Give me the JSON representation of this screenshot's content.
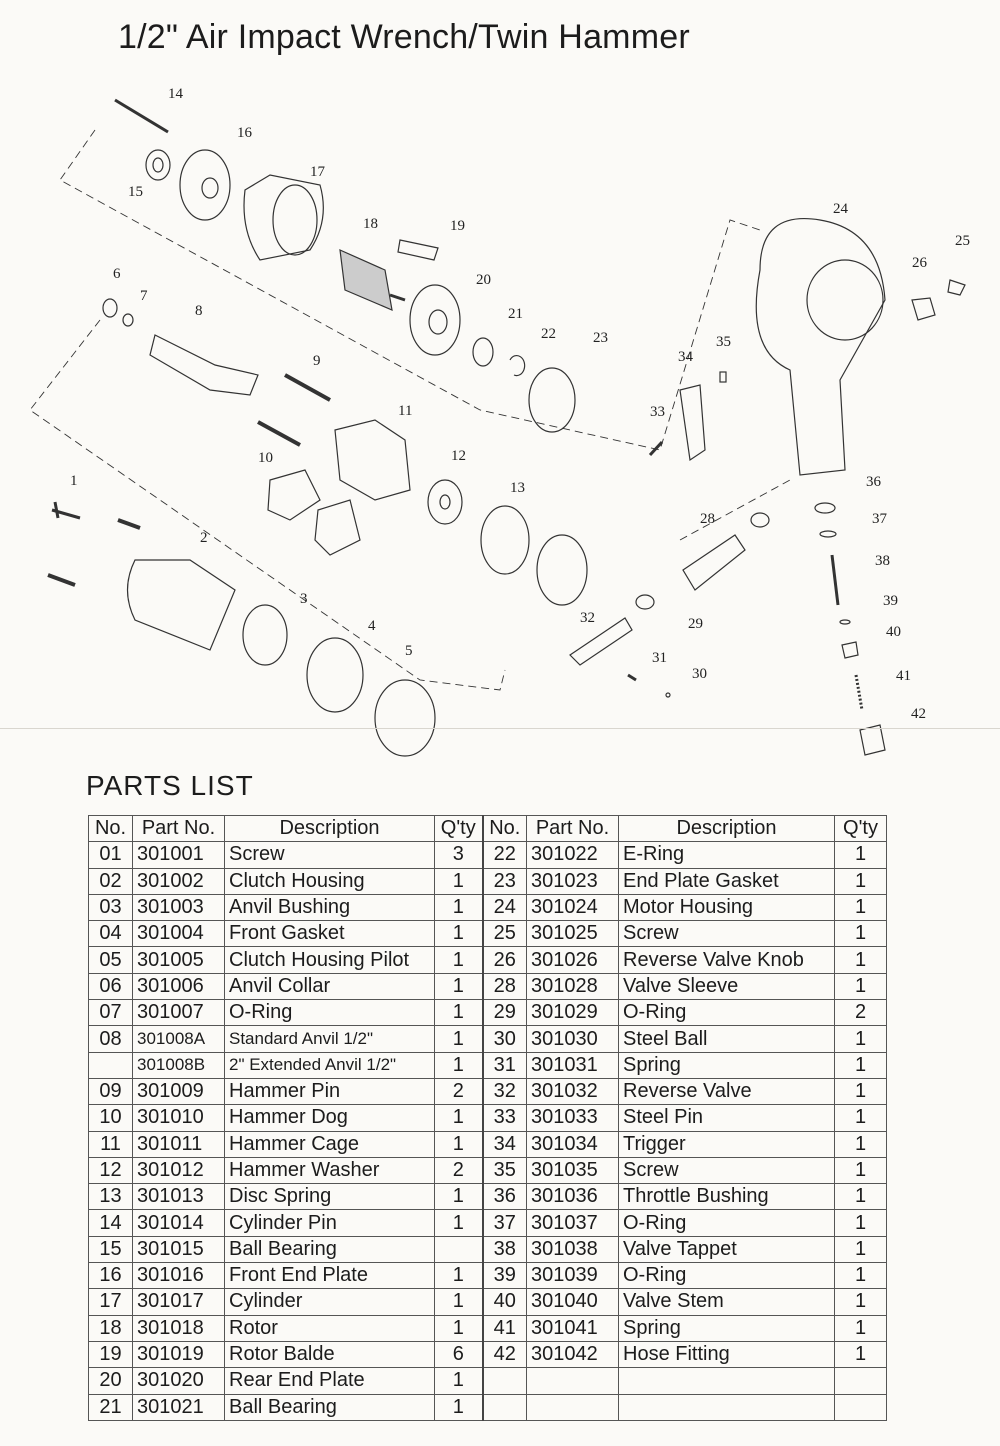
{
  "title": "1/2\" Air Impact Wrench/Twin Hammer",
  "callouts": [
    "1",
    "2",
    "3",
    "4",
    "5",
    "6",
    "7",
    "8",
    "9",
    "10",
    "11",
    "12",
    "13",
    "14",
    "15",
    "16",
    "17",
    "18",
    "19",
    "20",
    "21",
    "22",
    "23",
    "24",
    "25",
    "26",
    "28",
    "29",
    "30",
    "31",
    "32",
    "33",
    "34",
    "35",
    "36",
    "37",
    "38",
    "39",
    "40",
    "41",
    "42"
  ],
  "parts_list": {
    "title": "PARTS  LIST",
    "headers": [
      "No.",
      "Part No.",
      "Description",
      "Q'ty",
      "No.",
      "Part No.",
      "Description",
      "Q'ty"
    ],
    "rows": [
      {
        "l_no": "01",
        "l_pn": "301001",
        "l_desc": "Screw",
        "l_qty": "3",
        "r_no": "22",
        "r_pn": "301022",
        "r_desc": "E-Ring",
        "r_qty": "1"
      },
      {
        "l_no": "02",
        "l_pn": "301002",
        "l_desc": "Clutch Housing",
        "l_qty": "1",
        "r_no": "23",
        "r_pn": "301023",
        "r_desc": "End Plate Gasket",
        "r_qty": "1"
      },
      {
        "l_no": "03",
        "l_pn": "301003",
        "l_desc": "Anvil Bushing",
        "l_qty": "1",
        "r_no": "24",
        "r_pn": "301024",
        "r_desc": "Motor Housing",
        "r_qty": "1"
      },
      {
        "l_no": "04",
        "l_pn": "301004",
        "l_desc": "Front Gasket",
        "l_qty": "1",
        "r_no": "25",
        "r_pn": "301025",
        "r_desc": "Screw",
        "r_qty": "1"
      },
      {
        "l_no": "05",
        "l_pn": "301005",
        "l_desc": "Clutch Housing Pilot",
        "l_qty": "1",
        "r_no": "26",
        "r_pn": "301026",
        "r_desc": "Reverse Valve Knob",
        "r_qty": "1"
      },
      {
        "l_no": "06",
        "l_pn": "301006",
        "l_desc": "Anvil Collar",
        "l_qty": "1",
        "r_no": "28",
        "r_pn": "301028",
        "r_desc": "Valve Sleeve",
        "r_qty": "1"
      },
      {
        "l_no": "07",
        "l_pn": "301007",
        "l_desc": "O-Ring",
        "l_qty": "1",
        "r_no": "29",
        "r_pn": "301029",
        "r_desc": "O-Ring",
        "r_qty": "2"
      },
      {
        "l_no": "08",
        "l_pn": "301008A",
        "l_desc": "Standard Anvil 1/2\"",
        "l_qty": "1",
        "r_no": "30",
        "r_pn": "301030",
        "r_desc": "Steel Ball",
        "r_qty": "1"
      },
      {
        "l_no": "",
        "l_pn": "301008B",
        "l_desc": "2\" Extended Anvil 1/2\"",
        "l_qty": "1",
        "r_no": "31",
        "r_pn": "301031",
        "r_desc": "Spring",
        "r_qty": "1"
      },
      {
        "l_no": "09",
        "l_pn": "301009",
        "l_desc": "Hammer Pin",
        "l_qty": "2",
        "r_no": "32",
        "r_pn": "301032",
        "r_desc": "Reverse Valve",
        "r_qty": "1"
      },
      {
        "l_no": "10",
        "l_pn": "301010",
        "l_desc": "Hammer Dog",
        "l_qty": "1",
        "r_no": "33",
        "r_pn": "301033",
        "r_desc": "Steel Pin",
        "r_qty": "1"
      },
      {
        "l_no": "11",
        "l_pn": "301011",
        "l_desc": "Hammer Cage",
        "l_qty": "1",
        "r_no": "34",
        "r_pn": "301034",
        "r_desc": "Trigger",
        "r_qty": "1"
      },
      {
        "l_no": "12",
        "l_pn": "301012",
        "l_desc": "Hammer Washer",
        "l_qty": "2",
        "r_no": "35",
        "r_pn": "301035",
        "r_desc": "Screw",
        "r_qty": "1"
      },
      {
        "l_no": "13",
        "l_pn": "301013",
        "l_desc": "Disc Spring",
        "l_qty": "1",
        "r_no": "36",
        "r_pn": "301036",
        "r_desc": "Throttle Bushing",
        "r_qty": "1"
      },
      {
        "l_no": "14",
        "l_pn": "301014",
        "l_desc": "Cylinder Pin",
        "l_qty": "1",
        "r_no": "37",
        "r_pn": "301037",
        "r_desc": "O-Ring",
        "r_qty": "1"
      },
      {
        "l_no": "15",
        "l_pn": "301015",
        "l_desc": "Ball Bearing",
        "l_qty": "",
        "r_no": "38",
        "r_pn": "301038",
        "r_desc": "Valve Tappet",
        "r_qty": "1"
      },
      {
        "l_no": "16",
        "l_pn": "301016",
        "l_desc": "Front End Plate",
        "l_qty": "1",
        "r_no": "39",
        "r_pn": "301039",
        "r_desc": "O-Ring",
        "r_qty": "1"
      },
      {
        "l_no": "17",
        "l_pn": "301017",
        "l_desc": "Cylinder",
        "l_qty": "1",
        "r_no": "40",
        "r_pn": "301040",
        "r_desc": "Valve Stem",
        "r_qty": "1"
      },
      {
        "l_no": "18",
        "l_pn": "301018",
        "l_desc": "Rotor",
        "l_qty": "1",
        "r_no": "41",
        "r_pn": "301041",
        "r_desc": "Spring",
        "r_qty": "1"
      },
      {
        "l_no": "19",
        "l_pn": "301019",
        "l_desc": "Rotor Balde",
        "l_qty": "6",
        "r_no": "42",
        "r_pn": "301042",
        "r_desc": "Hose Fitting",
        "r_qty": "1"
      },
      {
        "l_no": "20",
        "l_pn": "301020",
        "l_desc": "Rear End Plate",
        "l_qty": "1",
        "r_no": "",
        "r_pn": "",
        "r_desc": "",
        "r_qty": ""
      },
      {
        "l_no": "21",
        "l_pn": "301021",
        "l_desc": "Ball Bearing",
        "l_qty": "1",
        "r_no": "",
        "r_pn": "",
        "r_desc": "",
        "r_qty": ""
      }
    ]
  }
}
